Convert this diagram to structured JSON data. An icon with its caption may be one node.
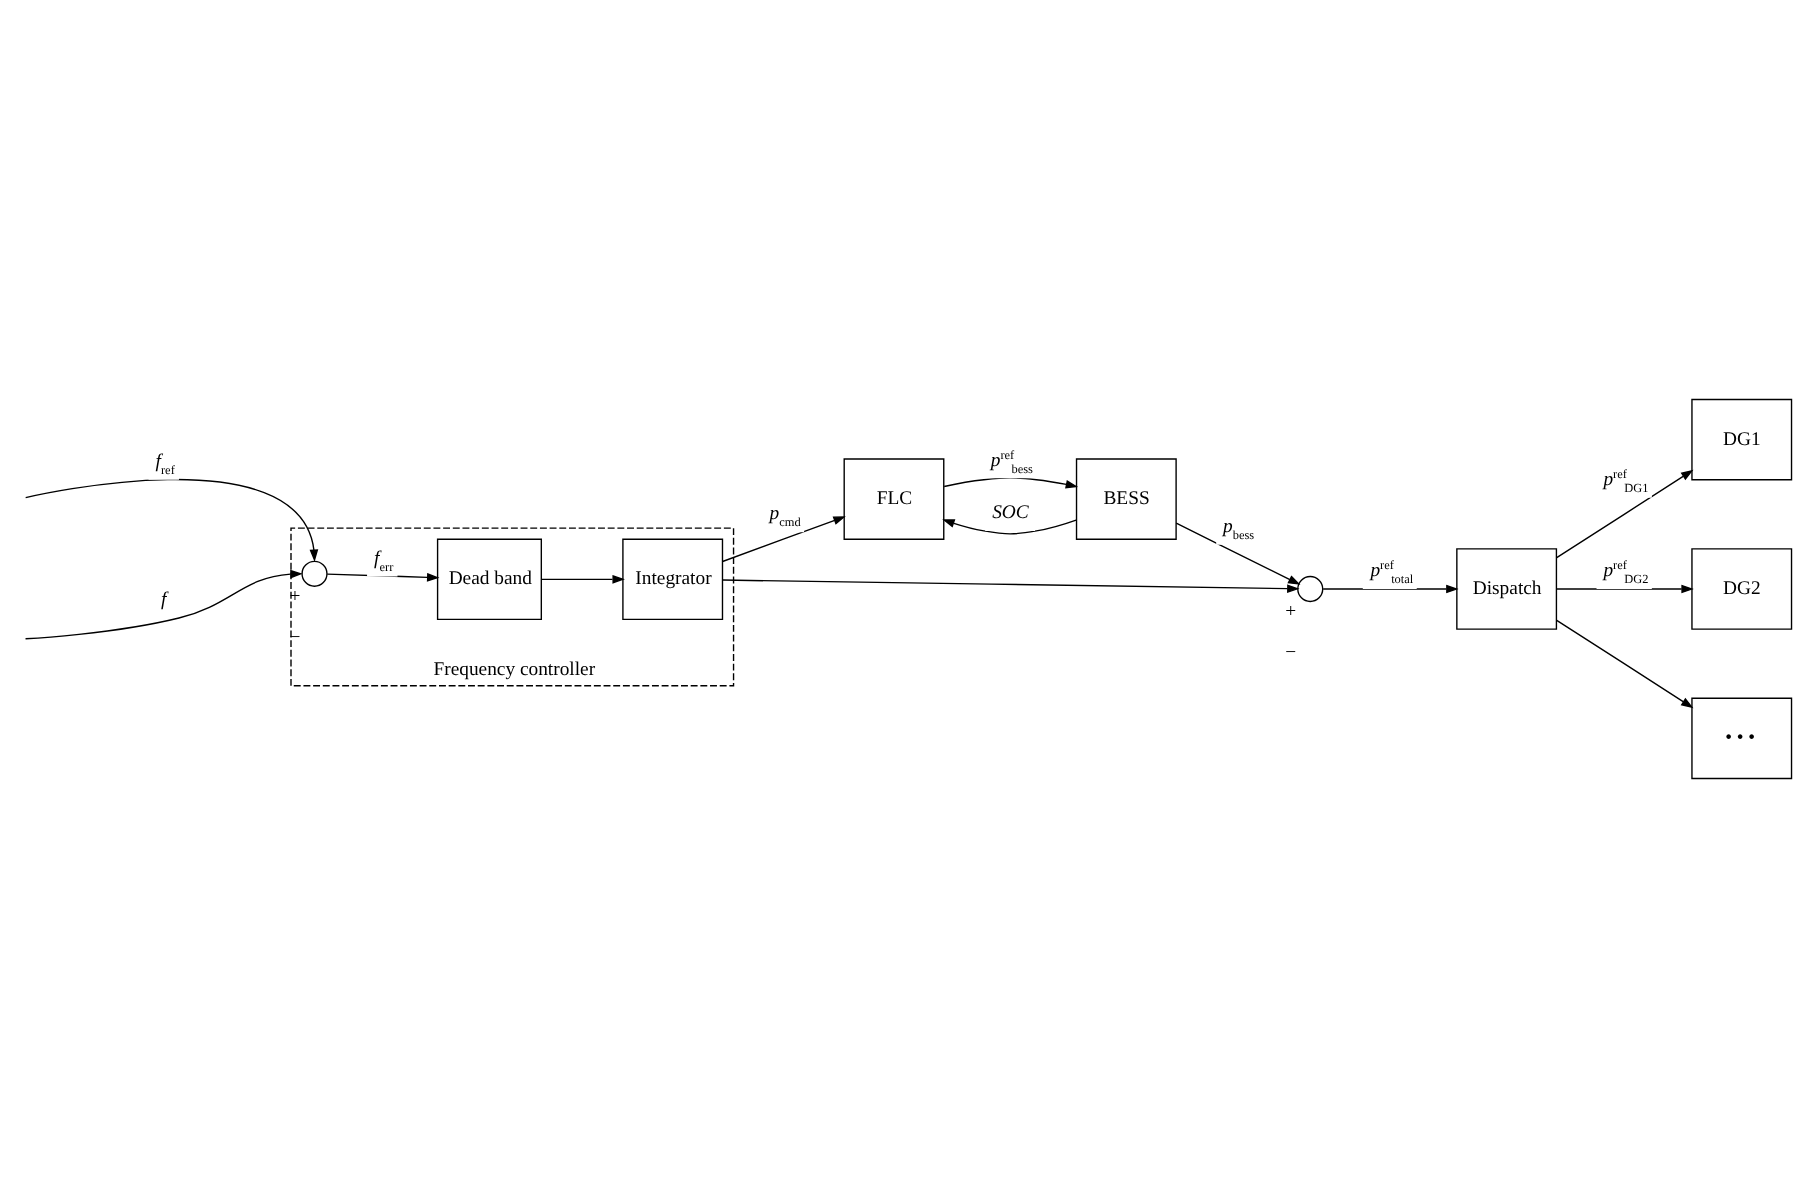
{
  "diagram": {
    "nodes": [
      {
        "text": [
          "Frequency controller"
        ]
      },
      {
        "text": [],
        "shape": "circle",
        "in": 0,
        "beside": [
          "+",
          "−"
        ]
      },
      {
        "text": [
          "Dead band"
        ],
        "in": 0
      },
      {
        "text": [
          "Integrator"
        ],
        "in": 0
      },
      {
        "text": [
          "FLC"
        ]
      },
      {
        "text": [
          "BESS"
        ]
      },
      {
        "text": [],
        "shape": "circle",
        "beside": [
          "+",
          "−"
        ]
      },
      {
        "text": [
          "Dispatch"
        ]
      },
      {
        "text": [
          "DG1"
        ]
      },
      {
        "text": [
          "DG2"
        ]
      },
      {
        "text": [
          "• • •"
        ]
      }
    ],
    "edges": [
      {
        "from": null,
        "to": 1,
        "arrow": "to",
        "label": "*f*$_{ref}$"
      },
      {
        "from": null,
        "to": 1,
        "arrow": "to",
        "label": "*f*"
      },
      {
        "from": 1,
        "to": 2,
        "arrow": "to",
        "label": "*f*$_{err}$"
      },
      {
        "from": 2,
        "to": 3,
        "arrow": "to"
      },
      {
        "from": 3,
        "to": 4,
        "arrow": "to",
        "label": "*p*$_{cmd}$"
      },
      {
        "from": 4,
        "to": 5,
        "arrow": "to",
        "label": "*p*$^{ref}$$_{bess}$"
      },
      {
        "from": 5,
        "to": 4,
        "arrow": "to",
        "label": "*SOC*"
      },
      {
        "from": 3,
        "to": 6,
        "arrow": "to"
      },
      {
        "from": 5,
        "to": 6,
        "arrow": "to",
        "label": "*p*$_{bess}$"
      },
      {
        "from": 6,
        "to": 7,
        "arrow": "to",
        "label": "*p*$^{ref}$$_{total}$"
      },
      {
        "from": 7,
        "to": 8,
        "arrow": "to",
        "label": "*p*$^{ref}$$_{DG1}$"
      },
      {
        "from": 7,
        "to": 9,
        "arrow": "to",
        "label": "*p*$^{ref}$$_{DG2}$"
      },
      {
        "from": 7,
        "to": 10,
        "arrow": "to"
      }
    ]
  }
}
